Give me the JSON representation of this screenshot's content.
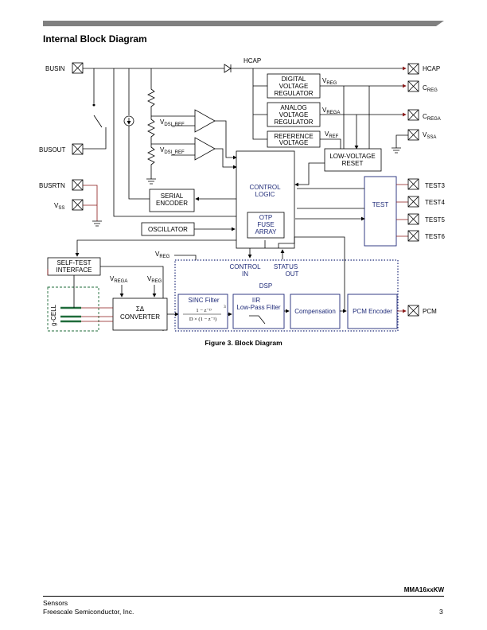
{
  "header": {
    "bar_color": "#808080"
  },
  "section_title": "Internal Block Diagram",
  "diagram": {
    "pins_left": {
      "busin": "BUSIN",
      "busout": "BUSOUT",
      "busrtn": "BUSRTN",
      "vss": "V",
      "vss_sub": "SS"
    },
    "pins_right": {
      "hcap": "HCAP",
      "creg": "C",
      "creg_sub": "REG",
      "crega": "C",
      "crega_sub": "REGA",
      "vssa": "V",
      "vssa_sub": "SSA",
      "test3": "TEST3",
      "test4": "TEST4",
      "test5": "TEST5",
      "test6": "TEST6",
      "pcm": "PCM"
    },
    "hcap_label": "HCAP",
    "blocks": {
      "digital_reg": [
        "DIGITAL",
        "VOLTAGE",
        "REGULATOR"
      ],
      "analog_reg": [
        "ANALOG",
        "VOLTAGE",
        "REGULATOR"
      ],
      "ref_voltage": [
        "REFERENCE",
        "VOLTAGE"
      ],
      "low_voltage_reset": [
        "LOW-VOLTAGE",
        "RESET"
      ],
      "control_logic": [
        "CONTROL",
        "LOGIC"
      ],
      "otp": [
        "OTP",
        "FUSE",
        "ARRAY"
      ],
      "test": "TEST",
      "serial_encoder": [
        "SERIAL",
        "ENCODER"
      ],
      "oscillator": "OSCILLATOR",
      "self_test": [
        "SELF-TEST",
        "INTERFACE"
      ],
      "sigma_delta": [
        "ΣΔ",
        "CONVERTER"
      ],
      "sinc": "SINC Filter",
      "iir": [
        "IIR",
        "Low-Pass Filter"
      ],
      "compensation": "Compensation",
      "pcm_encoder": "PCM Encoder",
      "g_cell": "g-CELL"
    },
    "signals": {
      "vreg": "V",
      "vreg_sub": "REG",
      "vrega": "V",
      "vrega_sub": "REGA",
      "vref": "V",
      "vref_sub": "REF",
      "vdsi_ref": "V",
      "vdsi_ref_sub": "DSI_REF",
      "control_in": [
        "CONTROL",
        "IN"
      ],
      "status_out": [
        "STATUS",
        "OUT"
      ],
      "dsp": "DSP"
    },
    "sinc_formula": {
      "numerator": "1 − z⁻ᴰ",
      "denominator": "D × (1 − z⁻¹)",
      "power": "3"
    }
  },
  "caption": "Figure 3. Block Diagram",
  "footer": {
    "part": "MMA16xxKW",
    "line1": "Sensors",
    "line2": "Freescale Semiconductor, Inc.",
    "page": "3"
  },
  "colors": {
    "accent": "#1e2a78",
    "pin_wire": "#8b1a1a",
    "gcell": "#1f6b3a"
  }
}
